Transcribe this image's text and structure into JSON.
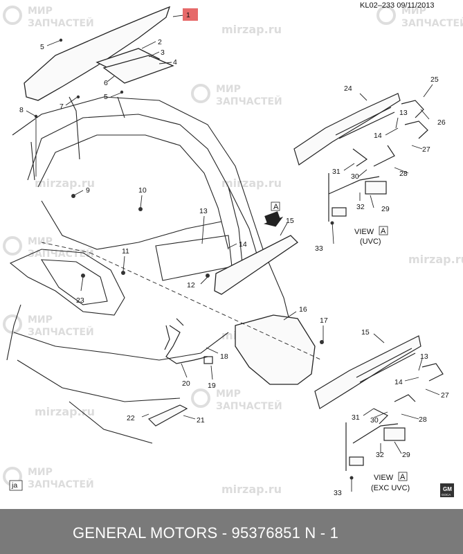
{
  "header": {
    "code": "KL02–233  09/11/2013"
  },
  "callouts": {
    "c1": "1",
    "c2": "2",
    "c3": "3",
    "c4": "4",
    "c5": "5",
    "c5b": "5",
    "c6": "6",
    "c7": "7",
    "c8": "8",
    "c9": "9",
    "c10": "10",
    "c11": "11",
    "c12": "12",
    "c13": "13",
    "c13b": "13",
    "c13c": "13",
    "c14": "14",
    "c14b": "14",
    "c14c": "14",
    "c15": "15",
    "c15b": "15",
    "c16": "16",
    "c17": "17",
    "c18": "18",
    "c19": "19",
    "c20": "20",
    "c21": "21",
    "c22": "22",
    "c23": "23",
    "c24": "24",
    "c25": "25",
    "c26": "26",
    "c27": "27",
    "c27b": "27",
    "c28": "28",
    "c28b": "28",
    "c29": "29",
    "c29b": "29",
    "c30": "30",
    "c30b": "30",
    "c31": "31",
    "c31b": "31",
    "c32": "32",
    "c32b": "32",
    "c33": "33",
    "c33b": "33"
  },
  "views": {
    "view_a_uvc_label": "VIEW",
    "view_a_uvc_letter": "A",
    "view_a_uvc_sub": "(UVC)",
    "view_a_exc_label": "VIEW",
    "view_a_exc_letter": "A",
    "view_a_exc_sub": "(EXC UVC)",
    "arrow_letter": "A"
  },
  "corner_tag": "ja",
  "logo_text": {
    "top": "GM",
    "bottom": "GOCA"
  },
  "watermark": {
    "line1": "МИР",
    "line2": "ЗАПЧАСТЕЙ",
    "url": "mirzap.ru"
  },
  "footer": {
    "text": "GENERAL MOTORS - 95376851      N - 1"
  },
  "colors": {
    "highlight_box": "#e66a6a",
    "footer_bg": "#7a7a7a",
    "line": "#222222"
  }
}
